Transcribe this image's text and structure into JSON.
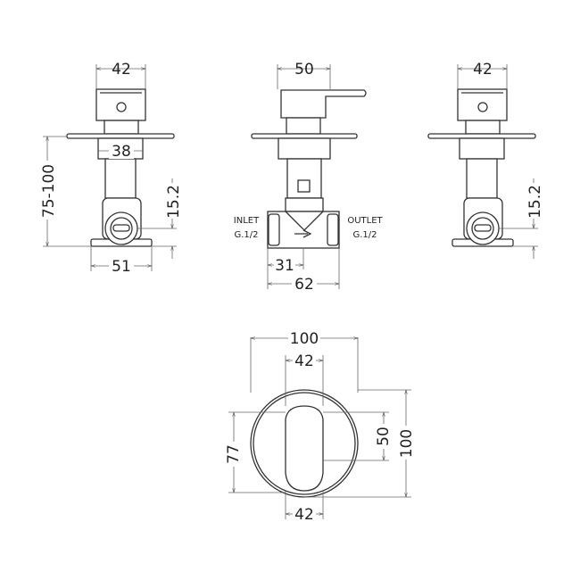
{
  "left_view": {
    "width_top": "42",
    "collar": "38",
    "depth_range": "75-100",
    "outlet_height": "15.2",
    "base_width": "51"
  },
  "middle_view": {
    "width_top": "50",
    "inlet_label": "INLET",
    "inlet_thread": "G.1/2",
    "outlet_label": "OUTLET",
    "outlet_thread": "G.1/2",
    "inlet_offset": "31",
    "body_width": "62"
  },
  "right_view": {
    "width_top": "42",
    "outlet_height": "15.2"
  },
  "front_view": {
    "plate_diameter": "100",
    "handle_width_top": "42",
    "handle_width_bottom": "42",
    "handle_height": "77",
    "handle_offset": "50",
    "plate_height": "100"
  }
}
